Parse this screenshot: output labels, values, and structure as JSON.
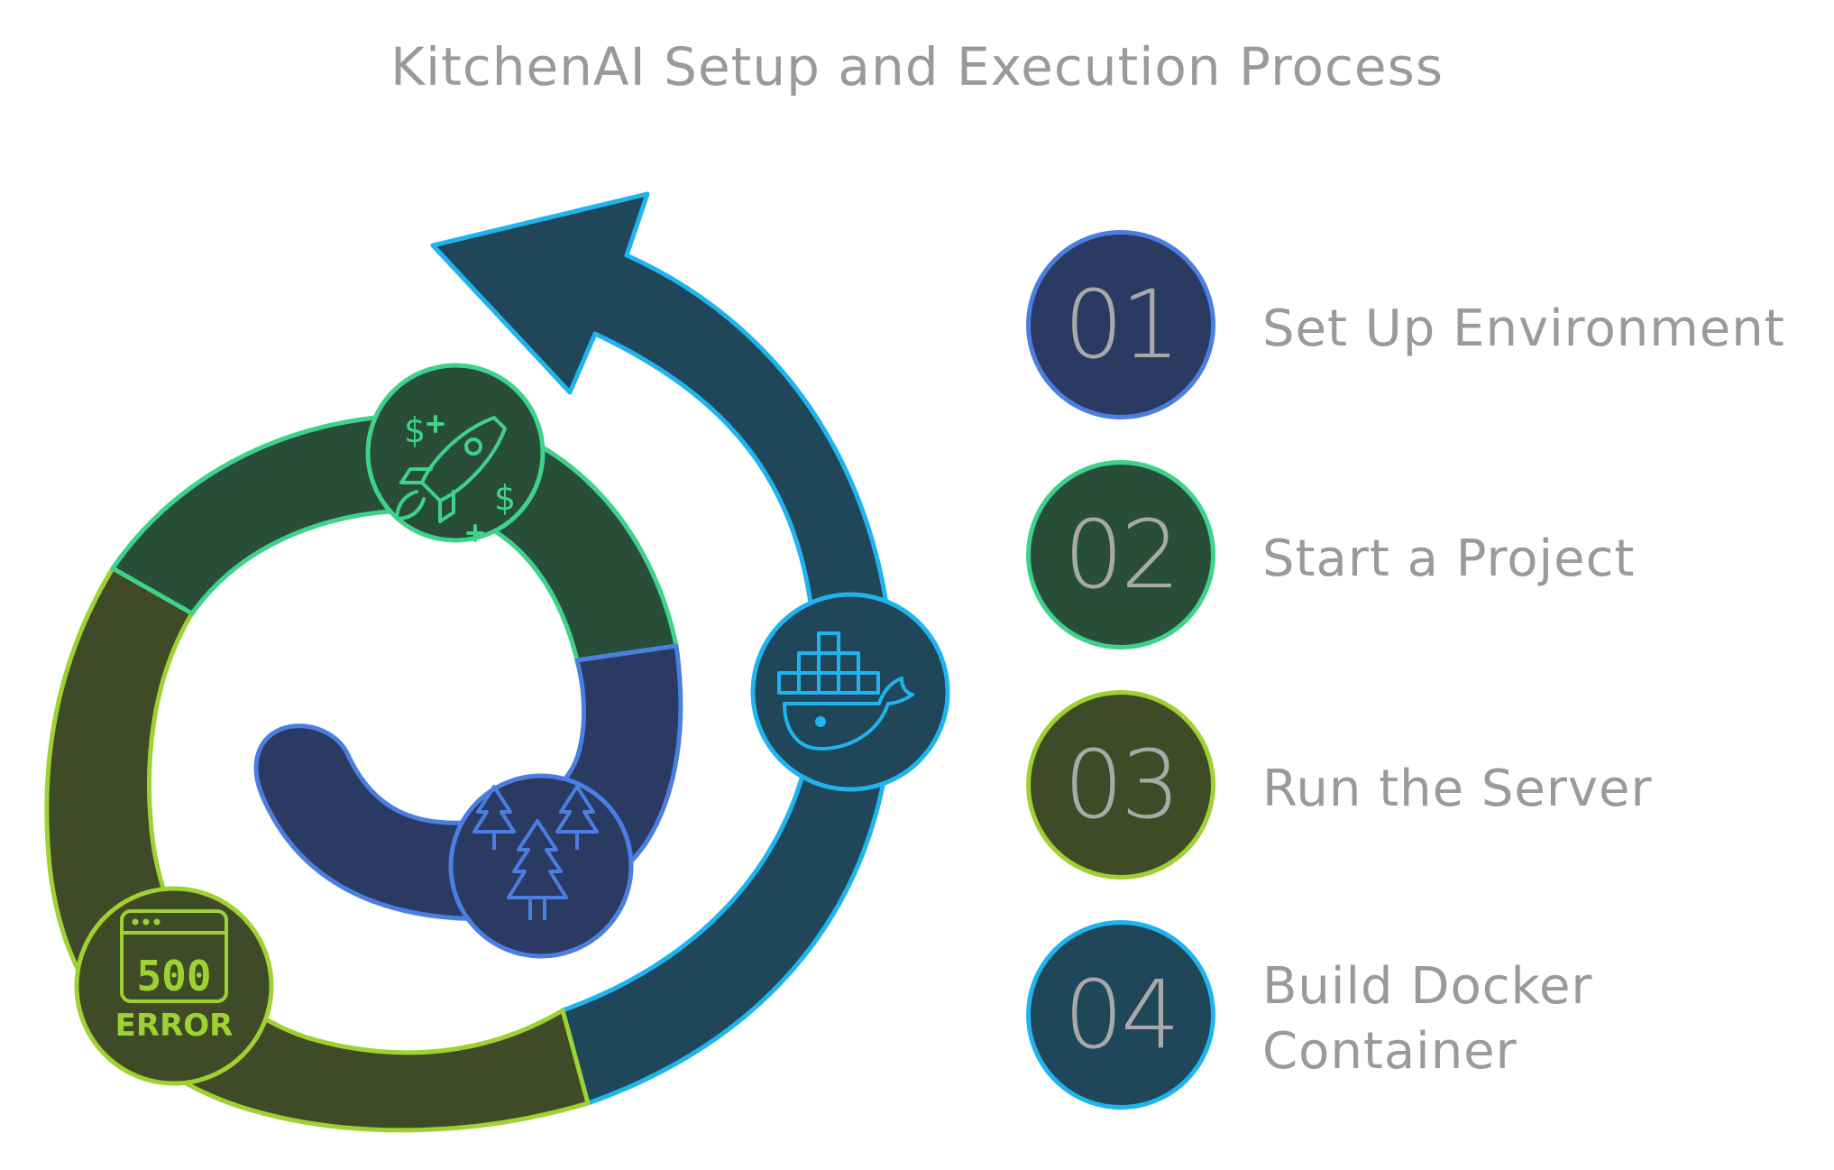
{
  "title": "KitchenAI Setup and Execution Process",
  "steps": [
    {
      "number": "01",
      "label": "Set Up Environment",
      "fill": "#2a3a62",
      "stroke": "#4a7ee0"
    },
    {
      "number": "02",
      "label": "Start a Project",
      "fill": "#284e3a",
      "stroke": "#3ed28a"
    },
    {
      "number": "03",
      "label": "Run the Server",
      "fill": "#3f4a26",
      "stroke": "#9ed233"
    },
    {
      "number": "04",
      "label": "Build Docker Container",
      "fill": "#20465a",
      "stroke": "#1fb4ee"
    }
  ],
  "icons": {
    "step1": "pine-trees-icon",
    "step2": "rocket-launch-icon",
    "step3": "error-500-icon",
    "step4": "docker-whale-icon"
  },
  "icon_text": {
    "error_code": "500",
    "error_word": "ERROR"
  }
}
